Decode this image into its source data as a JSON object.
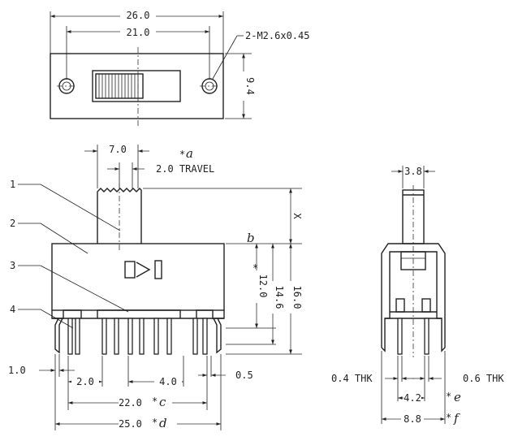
{
  "top_view": {
    "dim_overall": "26.0",
    "dim_holes": "21.0",
    "dim_height": "9.4",
    "hole_note": "2-M2.6x0.45"
  },
  "front_view": {
    "dim_actuator": "7.0",
    "note_a_mark": "*",
    "note_a_letter": "a",
    "dim_travel": "2.0 TRAVEL",
    "dim_x": "X",
    "note_b_letter": "b",
    "dim_12": "12.0",
    "dim_12_mark": "*",
    "dim_146": "14.6",
    "dim_16": "16.0",
    "dim_10": "1.0",
    "dim_20": "2.0",
    "dim_40": "4.0",
    "dim_05": "0.5",
    "dim_22": "22.0",
    "note_c_mark": "*",
    "note_c_letter": "c",
    "dim_25": "25.0",
    "note_d_mark": "*",
    "note_d_letter": "d",
    "callouts": [
      "1",
      "2",
      "3",
      "4"
    ]
  },
  "side_view": {
    "dim_38": "3.8",
    "dim_04": "0.4 THK",
    "dim_06": "0.6 THK",
    "dim_42": "4.2",
    "note_e_mark": "*",
    "note_e_letter": "e",
    "dim_88": "8.8",
    "note_f_mark": "*",
    "note_f_letter": "f"
  }
}
